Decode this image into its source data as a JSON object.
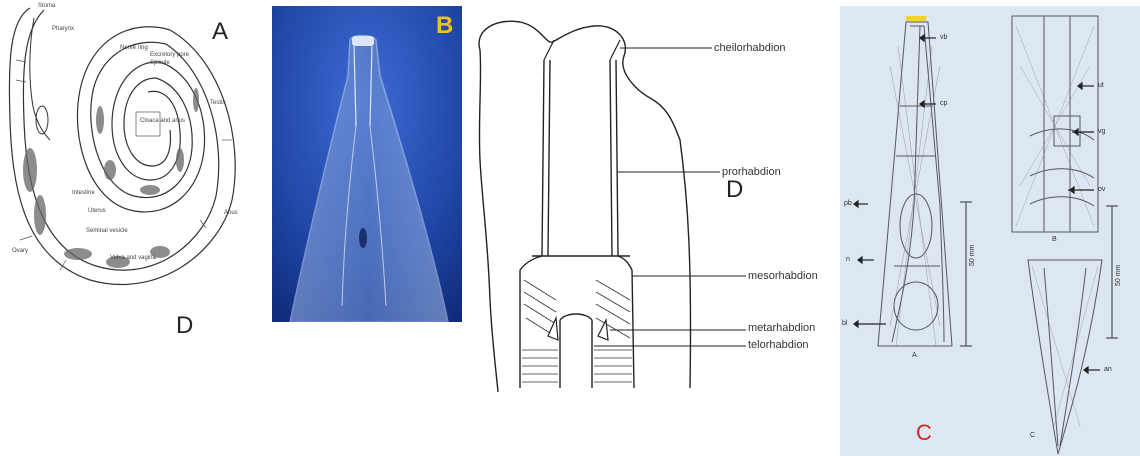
{
  "panel_a": {
    "letter": "A",
    "sub_letter": "D",
    "labels": [
      "Stoma",
      "Pharynx",
      "Nerve ring",
      "Excretory pore",
      "Intestine",
      "Ovary",
      "Vulva and vagina",
      "Uterus",
      "Testis",
      "Spicule",
      "Cloaca and anus",
      "Anus",
      "Seminal vesicle"
    ]
  },
  "panel_b": {
    "letter": "B",
    "letter_color": "#f2c21b"
  },
  "panel_d": {
    "letter": "D",
    "labels": {
      "cheilo": "cheilorhabdion",
      "pro": "prorhabdion",
      "meso": "mesorhabdion",
      "meta": "metarhabdion",
      "telo": "telorhabdion"
    }
  },
  "panel_c": {
    "letter": "C",
    "letter_color": "#d8232a",
    "bg_color": "#dde7f1",
    "labels": {
      "vb": "vb",
      "cp": "cp",
      "pb": "pb",
      "n": "n",
      "bl": "bl",
      "ut": "ut",
      "vg": "vg",
      "ov": "ov",
      "an": "an",
      "fig_a": "A",
      "fig_b": "B",
      "fig_c": "C",
      "scale1": "50 mm",
      "scale2": "50 mm"
    }
  }
}
